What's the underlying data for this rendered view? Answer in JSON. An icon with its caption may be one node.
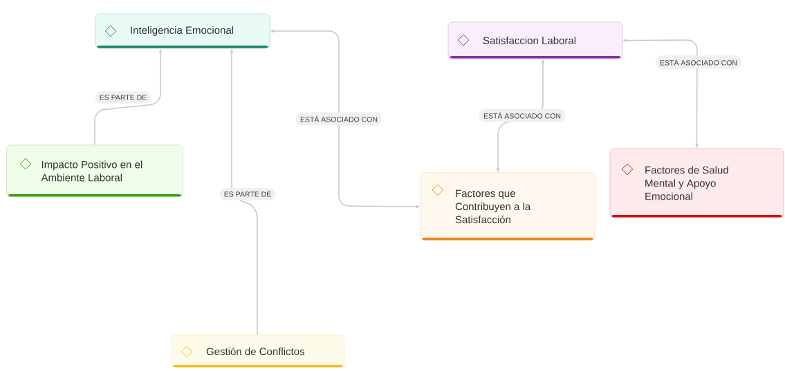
{
  "diagram": {
    "nodes": [
      {
        "text": [
          "Inteligencia Emocional"
        ]
      },
      {
        "text": [
          "Impacto Positivo en el Ambiente Laboral"
        ]
      },
      {
        "text": [
          "Gestión de Conflictos"
        ]
      },
      {
        "text": [
          "Satisfaccion Laboral"
        ]
      },
      {
        "text": [
          "Factores que Contribuyen a la Satisfacción"
        ]
      },
      {
        "text": [
          "Factores de Salud Mental y Apoyo Emocional"
        ]
      }
    ],
    "edges": [
      {
        "from": 1,
        "to": 0,
        "arrow": "to",
        "label": "ES PARTE DE"
      },
      {
        "from": 2,
        "to": 0,
        "arrow": "to",
        "label": "ES PARTE DE"
      },
      {
        "from": 0,
        "to": 4,
        "arrow": "both",
        "label": "ESTÁ ASOCIADO CON"
      },
      {
        "from": 4,
        "to": 3,
        "arrow": "both",
        "label": "ESTÁ ASOCIADO CON"
      },
      {
        "from": 3,
        "to": 5,
        "arrow": "both",
        "label": "ESTÁ ASOCIADO CON"
      }
    ]
  }
}
